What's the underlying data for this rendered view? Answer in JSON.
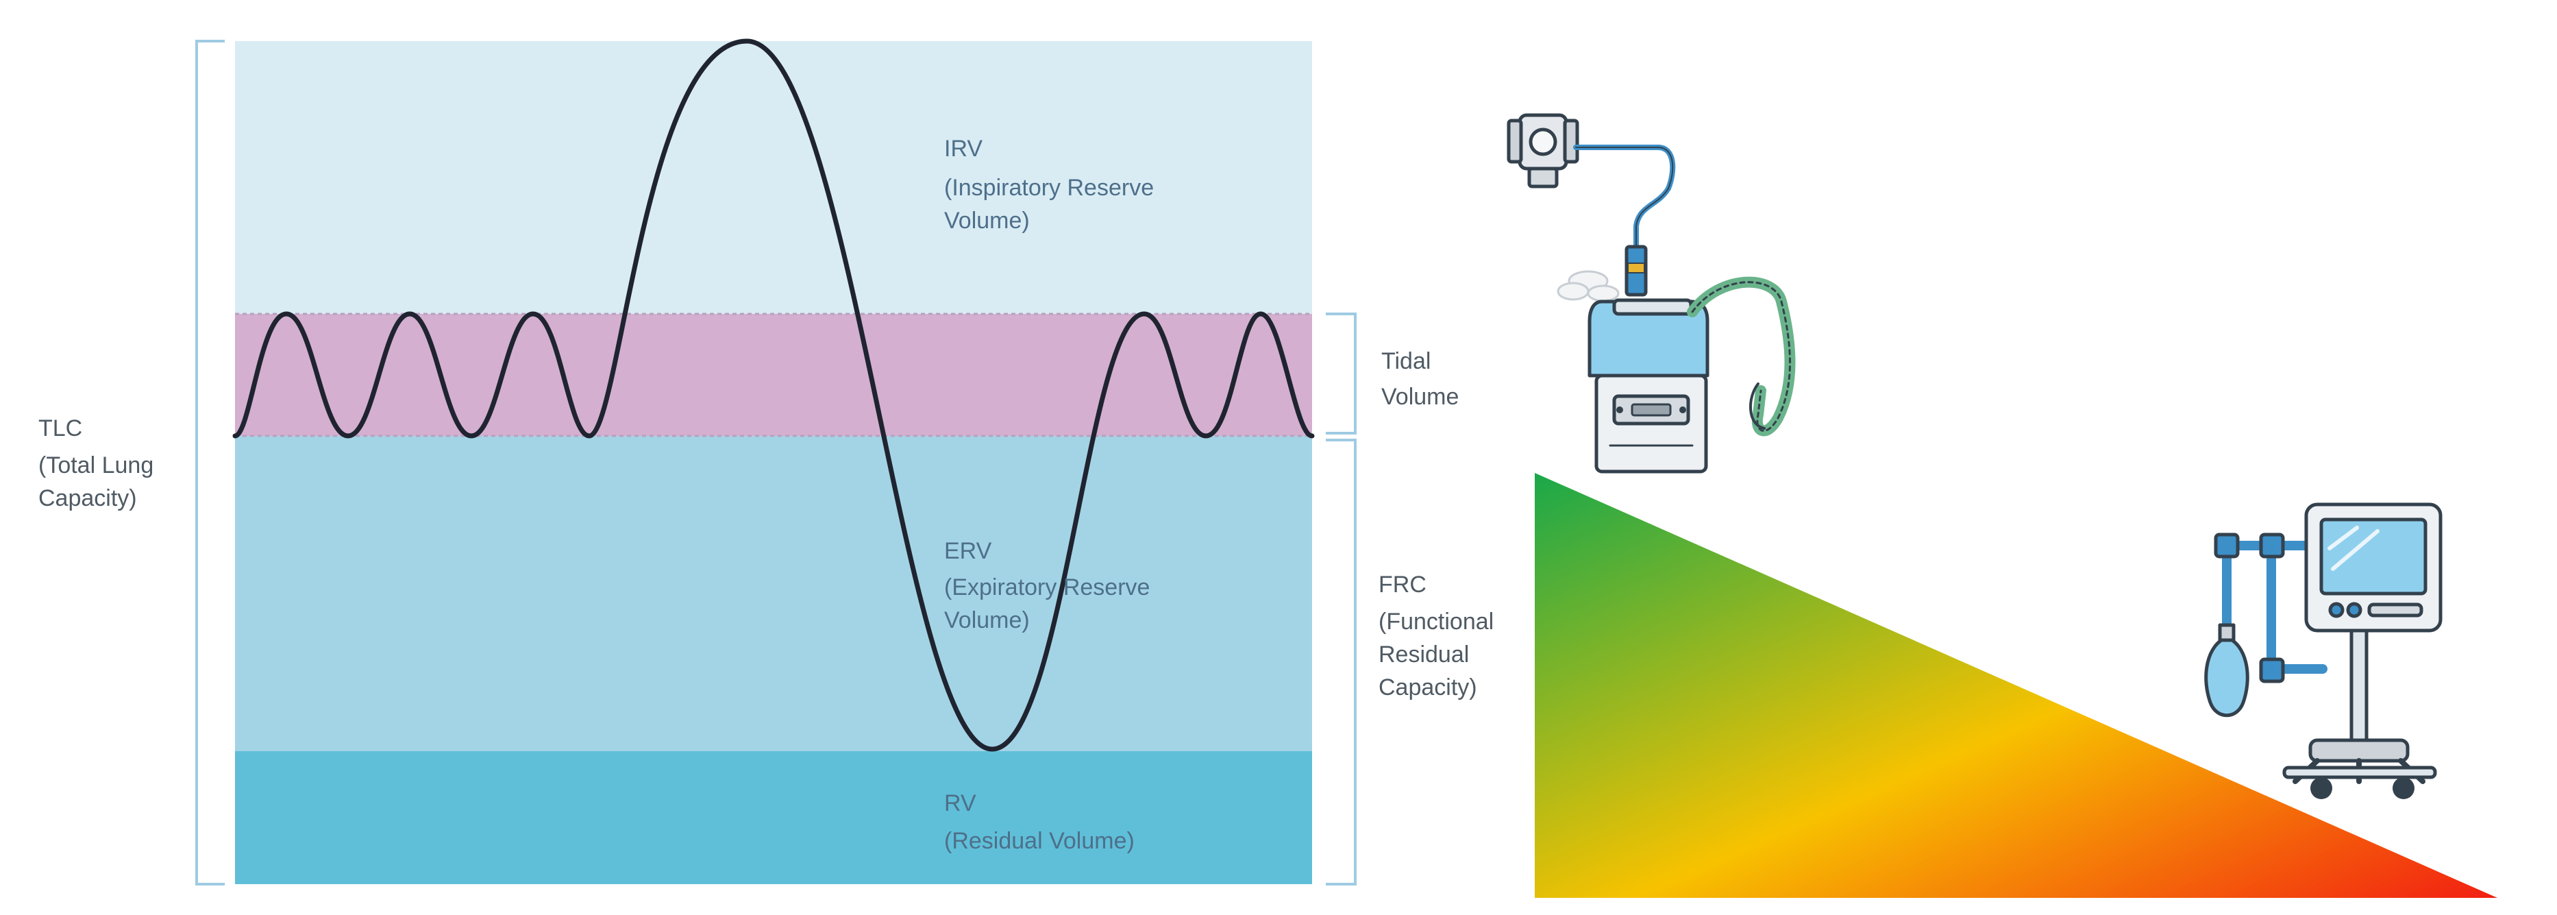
{
  "diagram": {
    "bands": {
      "irv": {
        "abbr": "IRV",
        "desc_line1": "(Inspiratory Reserve",
        "desc_line2": "Volume)",
        "color": "#d9ecf4"
      },
      "tidal": {
        "color": "#d4afd0"
      },
      "erv": {
        "abbr": "ERV",
        "desc_line1": "(Expiratory Reserve",
        "desc_line2": "Volume)",
        "color": "#a3d4e6"
      },
      "rv": {
        "abbr": "RV",
        "desc_line1": "(Residual Volume)",
        "color": "#5fbfd8"
      }
    },
    "side_labels": {
      "tlc": {
        "line1": "TLC",
        "line2": "(Total Lung",
        "line3": "Capacity)"
      },
      "tidal": {
        "line1": "Tidal",
        "line2": "Volume"
      },
      "frc": {
        "line1": "FRC",
        "line2": "(Functional",
        "line3": "Residual",
        "line4": "Capacity)"
      }
    },
    "colors": {
      "trace": "#1f2430",
      "bracket": "#9fcbe2",
      "gradient_start": "#1aa84a",
      "gradient_mid": "#f7c200",
      "gradient_end": "#f21f12"
    },
    "illustrations": [
      "cpap-machine-icon",
      "ventilator-icon"
    ]
  }
}
